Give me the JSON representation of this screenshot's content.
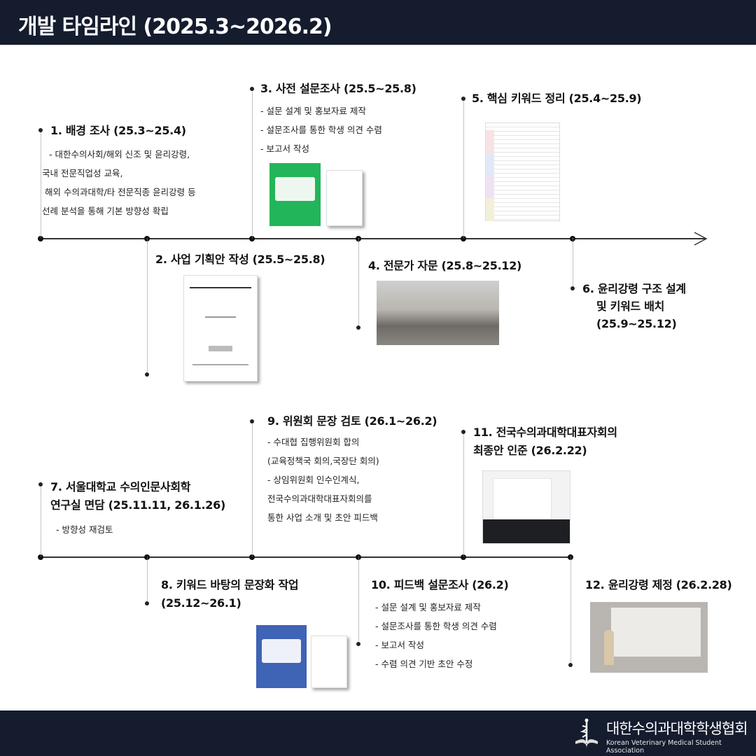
{
  "header": {
    "title": "개발 타임라인 (2025.3~2026.2)"
  },
  "items": [
    {
      "title": "1. 배경 조사 (25.3~25.4)",
      "desc": [
        "- 대한수의사회/해외 신조 및 윤리강령,",
        "국내 전문직업성 교육,",
        " 해외 수의과대학/타 전문직종 윤리강령 등",
        "선례 분석을 통해 기본 방향성 확립"
      ]
    },
    {
      "title": "2. 사업 기획안 작성 (25.5~25.8)"
    },
    {
      "title": "3. 사전 설문조사 (25.5~25.8)",
      "desc": [
        "- 설문 설계 및 홍보자료 제작",
        "- 설문조사를 통한 학생 의견 수렴",
        "- 보고서 작성"
      ]
    },
    {
      "title": "4. 전문가 자문 (25.8~25.12)"
    },
    {
      "title": "5. 핵심 키워드 정리 (25.4~25.9)"
    },
    {
      "title": [
        "6. 윤리강령 구조 설계",
        "및 키워드 배치",
        "(25.9~25.12)"
      ]
    },
    {
      "title": [
        "7. 서울대학교 수의인문사회학",
        "연구실 면담 (25.11.11, 26.1.26)"
      ],
      "desc": [
        "- 방향성 재검토"
      ]
    },
    {
      "title": [
        "8. 키워드 바탕의 문장화 작업",
        "(25.12~26.1)"
      ]
    },
    {
      "title": "9. 위원회 문장 검토 (26.1~26.2)",
      "desc": [
        "- 수대협 집행위원회 합의",
        "(교육정책국 회의,국장단 회의)",
        "- 상임위원회 인수인계식,",
        "전국수의과대학대표자회의를",
        "통한 사업 소개 및 초안 피드백"
      ]
    },
    {
      "title": "10. 피드백 설문조사 (26.2)",
      "desc": [
        "- 설문 설계 및 홍보자료 제작",
        "- 설문조사를 통한 학생 의견 수렴",
        "- 보고서 작성",
        "- 수렴 의견 기반 초안 수정"
      ]
    },
    {
      "title": [
        "11. 전국수의과대학대표자회의",
        "최종안 인준 (26.2.22)"
      ]
    },
    {
      "title": "12. 윤리강령 제정 (26.2.28)"
    }
  ],
  "footer": {
    "org_name": "대한수의과대학학생협회",
    "org_name_en": "Korean Veterinary Medical Student Association"
  }
}
